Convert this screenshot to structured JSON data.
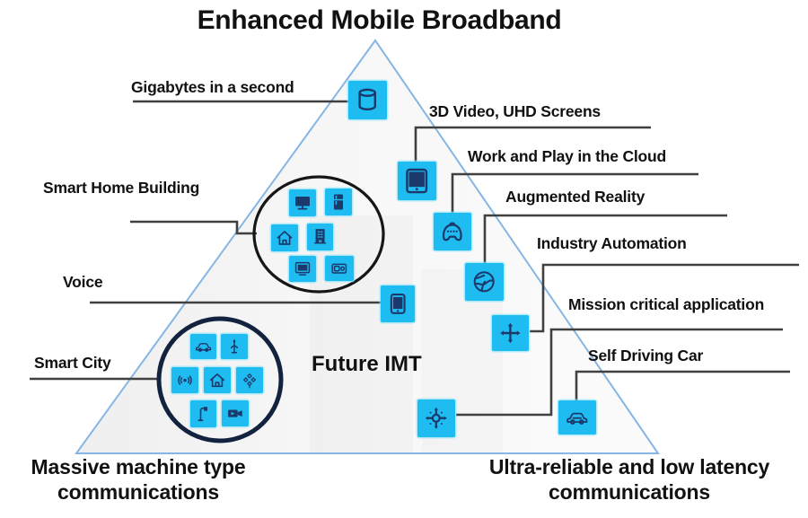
{
  "title": "Enhanced Mobile Broadband",
  "center_label": "Future IMT",
  "corner_bottom_left": {
    "line1": "Massive machine type",
    "line2": "communications"
  },
  "corner_bottom_right": {
    "line1": "Ultra-reliable and low latency",
    "line2": "communications"
  },
  "labels": {
    "gigabytes": "Gigabytes in a second",
    "smart_home": "Smart Home Building",
    "voice": "Voice",
    "smart_city": "Smart City",
    "video_3d": "3D Video, UHD Screens",
    "work_play": "Work and Play in the Cloud",
    "augmented_reality": "Augmented Reality",
    "industry_automation": "Industry Automation",
    "mission_critical": "Mission critical application",
    "self_driving": "Self Driving Car"
  },
  "icons": {
    "standalone": [
      "database-icon",
      "monitor-icon",
      "gamepad-icon",
      "globe-icon",
      "arrows-4way-icon",
      "phone-icon",
      "hub-crosshair-icon",
      "car-icon"
    ],
    "smart_home_cluster": [
      "tv-icon",
      "fridge-icon",
      "home-icon",
      "building-icon",
      "screen-icon",
      "microwave-icon"
    ],
    "smart_city_cluster": [
      "car-icon",
      "traffic-signal-icon",
      "sensor-icon",
      "home-icon",
      "interchange-icon",
      "street-lamp-icon",
      "video-camera-icon"
    ]
  },
  "colors": {
    "icon_bg": "#1fbcf2",
    "icon_glyph": "#1b3a6b",
    "triangle_stroke": "#85b6e4",
    "leader_line": "#404040",
    "circle_stroke": "#13233f",
    "text": "#111111"
  }
}
